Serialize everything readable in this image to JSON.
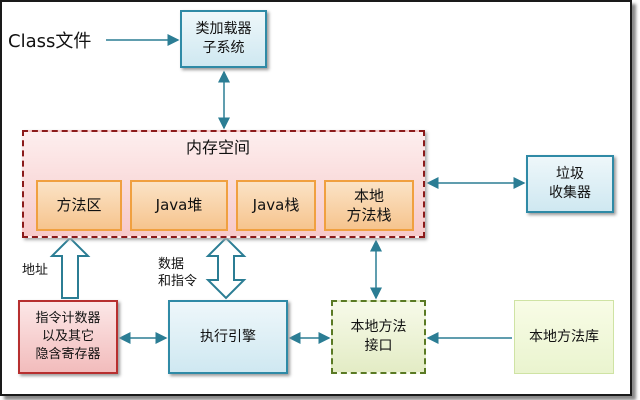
{
  "labels": {
    "class_file": "Class文件",
    "class_loader": "类加载器\n子系统",
    "memory_space": "内存空间",
    "method_area": "方法区",
    "java_heap": "Java堆",
    "java_stack": "Java栈",
    "native_stack": "本地\n方法栈",
    "gc": "垃圾\n收集器",
    "pc_register": "指令计数器\n以及其它\n隐含寄存器",
    "execution_engine": "执行引擎",
    "native_interface": "本地方法\n接口",
    "native_library": "本地方法库",
    "address": "地址",
    "data_instructions": "数据\n和指令"
  },
  "colors": {
    "arrow": "#2b7d94",
    "hollow_arrow": "#2b7d94"
  }
}
